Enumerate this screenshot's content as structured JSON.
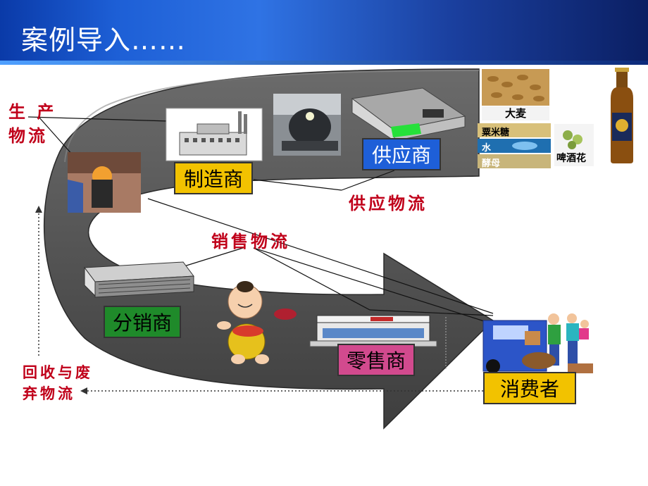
{
  "title": "案例导入……",
  "boxes": {
    "manufacturer": "制造商",
    "supplier": "供应商",
    "distributor": "分销商",
    "retailer": "零售商",
    "consumer": "消费者"
  },
  "flows": {
    "production_line1": "生 产",
    "production_line2": "物流",
    "supply": "供应物流",
    "sales": "销售物流",
    "recycle_line1": "回收与废",
    "recycle_line2": "弃物流"
  },
  "ingredients": {
    "barley": "大麦",
    "corn_syrup": "粟米糖",
    "water": "水",
    "yeast": "酵母",
    "hops": "啤酒花"
  },
  "colors": {
    "box_yellow": "#f2c200",
    "box_blue": "#1e5fd8",
    "box_green": "#1f8a2a",
    "box_pink": "#d24a8e",
    "flow_red": "#c0001a",
    "arrow_gray": "#4d4d4d"
  }
}
